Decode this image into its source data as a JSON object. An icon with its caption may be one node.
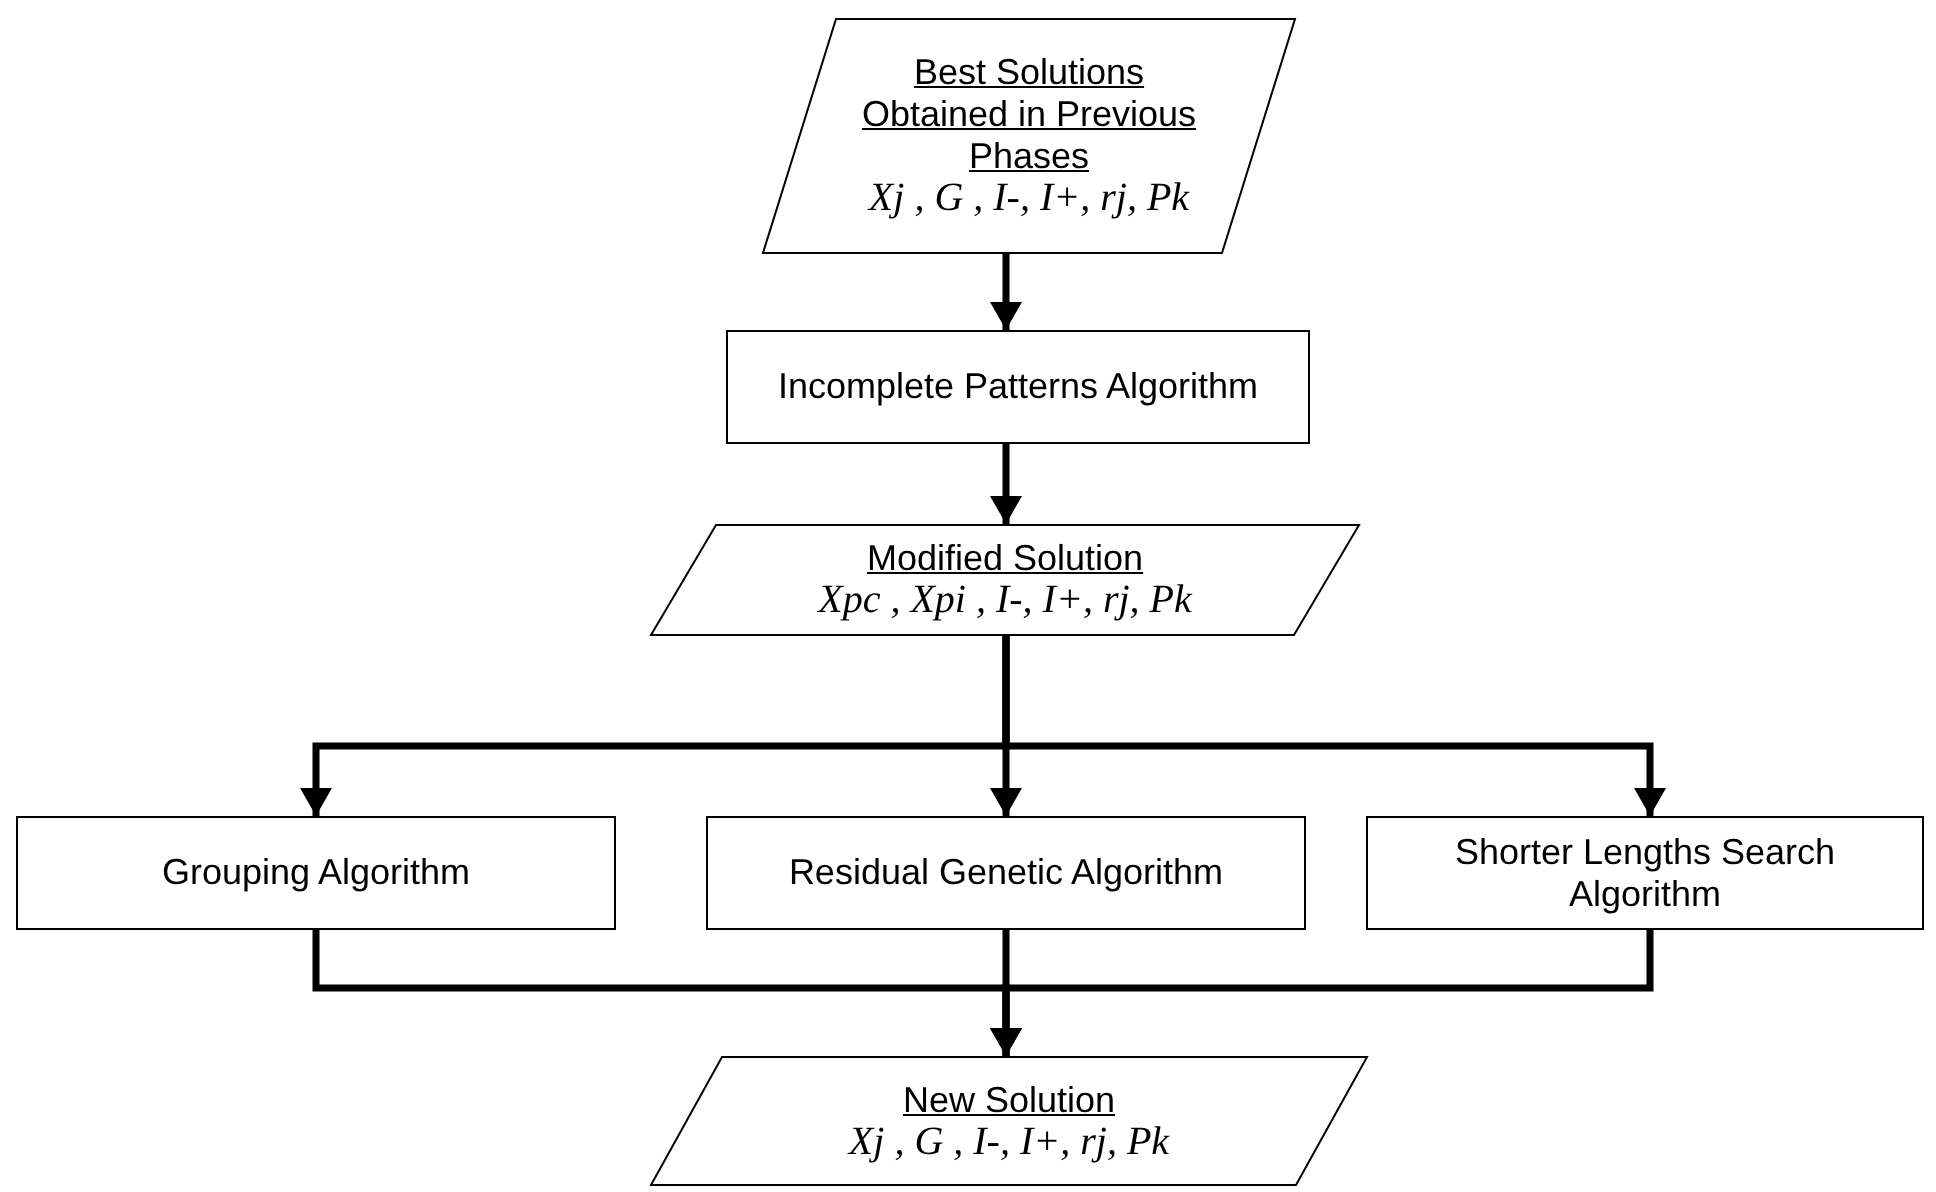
{
  "diagram": {
    "nodes": [
      {
        "text": [
          "Best Solutions Obtained in Previous Phases",
          "Xj , G , I-, I+, rj, Pk"
        ]
      },
      {
        "text": [
          "Incomplete Patterns Algorithm"
        ]
      },
      {
        "text": [
          "Modified Solution",
          "Xpc , Xpi , I-, I+, rj, Pk"
        ]
      },
      {
        "text": [
          "Grouping Algorithm"
        ]
      },
      {
        "text": [
          "Residual Genetic Algorithm"
        ]
      },
      {
        "text": [
          "Shorter Lengths Search Algorithm"
        ]
      },
      {
        "text": [
          "New Solution",
          "Xj , G , I-, I+, rj, Pk"
        ]
      }
    ],
    "edges": [
      {
        "from": 0,
        "to": 1,
        "arrow": "to"
      },
      {
        "from": 1,
        "to": 2,
        "arrow": "to"
      },
      {
        "from": 2,
        "to": 3,
        "arrow": "to"
      },
      {
        "from": 2,
        "to": 4,
        "arrow": "to"
      },
      {
        "from": 2,
        "to": 5,
        "arrow": "to"
      },
      {
        "from": 3,
        "to": 6,
        "arrow": "to"
      },
      {
        "from": 4,
        "to": 6,
        "arrow": "to"
      },
      {
        "from": 5,
        "to": 6,
        "arrow": "to"
      }
    ]
  }
}
